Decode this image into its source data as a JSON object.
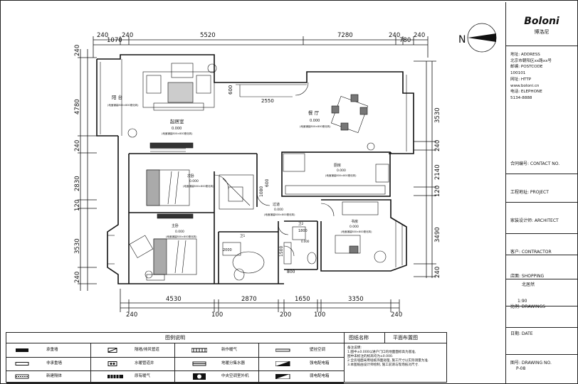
{
  "plan": {
    "dims_top_small": [
      "240",
      "1070",
      "240"
    ],
    "dims_top_main": [
      "5520",
      "7280"
    ],
    "dims_top_right": [
      "240",
      "780",
      "240"
    ],
    "dims_left": [
      "240",
      "4780",
      "240",
      "2830",
      "120",
      "3530",
      "240"
    ],
    "dims_right": [
      "3530",
      "240",
      "2140",
      "120",
      "3490",
      "240"
    ],
    "dims_bottom": [
      "240",
      "4530",
      "100",
      "2870",
      "200",
      "1650",
      "100",
      "3350",
      "240"
    ],
    "dim_inner_2550": "2550",
    "dim_inner_600": "600",
    "dim_inner_1080": "1080",
    "dim_inner_600b": "600",
    "dim_inner_2000": "2000",
    "dim_inner_800": "800",
    "dim_inner_1500": "1500",
    "dim_inner_1800": "1800",
    "room_balcony": "阳 台",
    "room_living": "起居室",
    "room_living_level": "0.000",
    "room_dining": "餐 厅",
    "room_dining_level": "0.000",
    "room_bedroom2": "次卧",
    "room_bedroom2_level": "0.000",
    "room_master": "主卧",
    "room_master_level": "0.000",
    "room_kitchen": "厨房",
    "room_kitchen_level": "0.000",
    "room_study": "书房",
    "room_study_level": "0.000",
    "room_corridor": "过道",
    "room_corridor_level": "0.000",
    "room_bath1": "卫1",
    "room_bath2": "卫2",
    "room_bath_level": "0.000",
    "small_note": "(地面铺装800×800玻化砖)",
    "north": "N",
    "scale": "1:90"
  },
  "titleblock": {
    "brand": "Boloni",
    "brand_cn": "博洛尼",
    "address_lines": [
      "地址: ADDRESS",
      "北京市朝阳区xx路xx号",
      "邮编: POSTCODE",
      "100101",
      "网址: HTTP",
      "www.boloni.cn",
      "电话: ELEPHONE",
      "5134-8888"
    ],
    "contact": "合同编号: CONTACT NO.",
    "project": "工程地址: PROJECT",
    "architect": "家装设计师: ARCHITECT",
    "contractor": "客户: CONTRACTOR",
    "shop": "店面: SHOPPING",
    "shop_name": "北居然",
    "scale_label": "比例: DRAWINGS",
    "scale_value": "1:90",
    "date": "日期: DATE",
    "drawing_no": "图号: DRAWING NO.",
    "drawing_no_value": "P-08"
  },
  "legend": {
    "title": "图例说明",
    "items": [
      "承重墙",
      "隔墙/排风管道",
      "新作暖气",
      "壁挂空调",
      "非承重墙",
      "水暖管道井",
      "地暖分集水器",
      "强电配电箱",
      "新建隔体",
      "原有暖气",
      "中央空调室外机",
      "弱电配电箱"
    ]
  },
  "drawing": {
    "name_label": "图纸名称",
    "name_value": "平面布置图",
    "notes_title": "备注说明:",
    "notes": [
      "1.图中±0.000以进户门口的地面面标高为基准,",
      "图中未标注的标高均为±0.000.",
      "2.全房墙面采用墙纸饰面处理, 施工尺寸以实际测量为准.",
      "3.本图纸由设计师绘制, 施工前请与现场核对尺寸."
    ]
  }
}
